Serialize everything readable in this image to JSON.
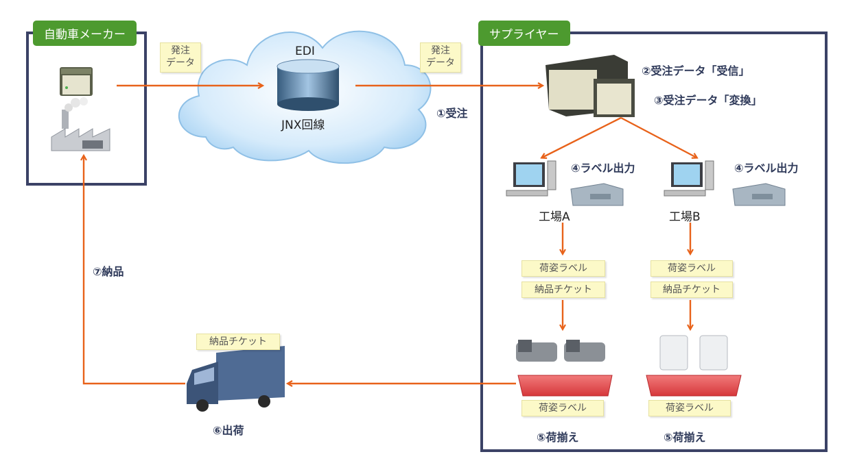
{
  "automaker": {
    "title": "自動車メーカー"
  },
  "supplier": {
    "title": "サプライヤー"
  },
  "notes": {
    "order_left": [
      "発注",
      "データ"
    ],
    "order_right": [
      "発注",
      "データ"
    ],
    "packing_label_a": "荷姿ラベル",
    "delivery_ticket_a": "納品チケット",
    "packing_label_b": "荷姿ラベル",
    "delivery_ticket_b": "納品チケット",
    "truck_ticket": "納品チケット",
    "tray_label_a": "荷姿ラベル",
    "tray_label_b": "荷姿ラベル"
  },
  "cloud": {
    "edi": "EDI",
    "line": "JNX回線"
  },
  "steps": {
    "s1": "①受注",
    "s2": "②受注データ「受信」",
    "s3": "③受注データ「変換」",
    "s4a": "④ラベル出力",
    "s4b": "④ラベル出力",
    "s5a": "⑤荷揃え",
    "s5b": "⑤荷揃え",
    "s6": "⑥出荷",
    "s7": "⑦納品"
  },
  "factories": {
    "a": "工場A",
    "b": "工場B"
  },
  "colors": {
    "arrow": "#e8621a",
    "frame": "#3b4266",
    "tag": "#4d9a2f",
    "note": "#fcf9c8"
  },
  "icons": [
    "server-icon",
    "factory-icon",
    "router-icon",
    "cloud-icon",
    "server-rack-icon",
    "pc-icon",
    "printer-icon",
    "compressor-icon",
    "radiator-icon",
    "tray-icon",
    "truck-icon"
  ]
}
